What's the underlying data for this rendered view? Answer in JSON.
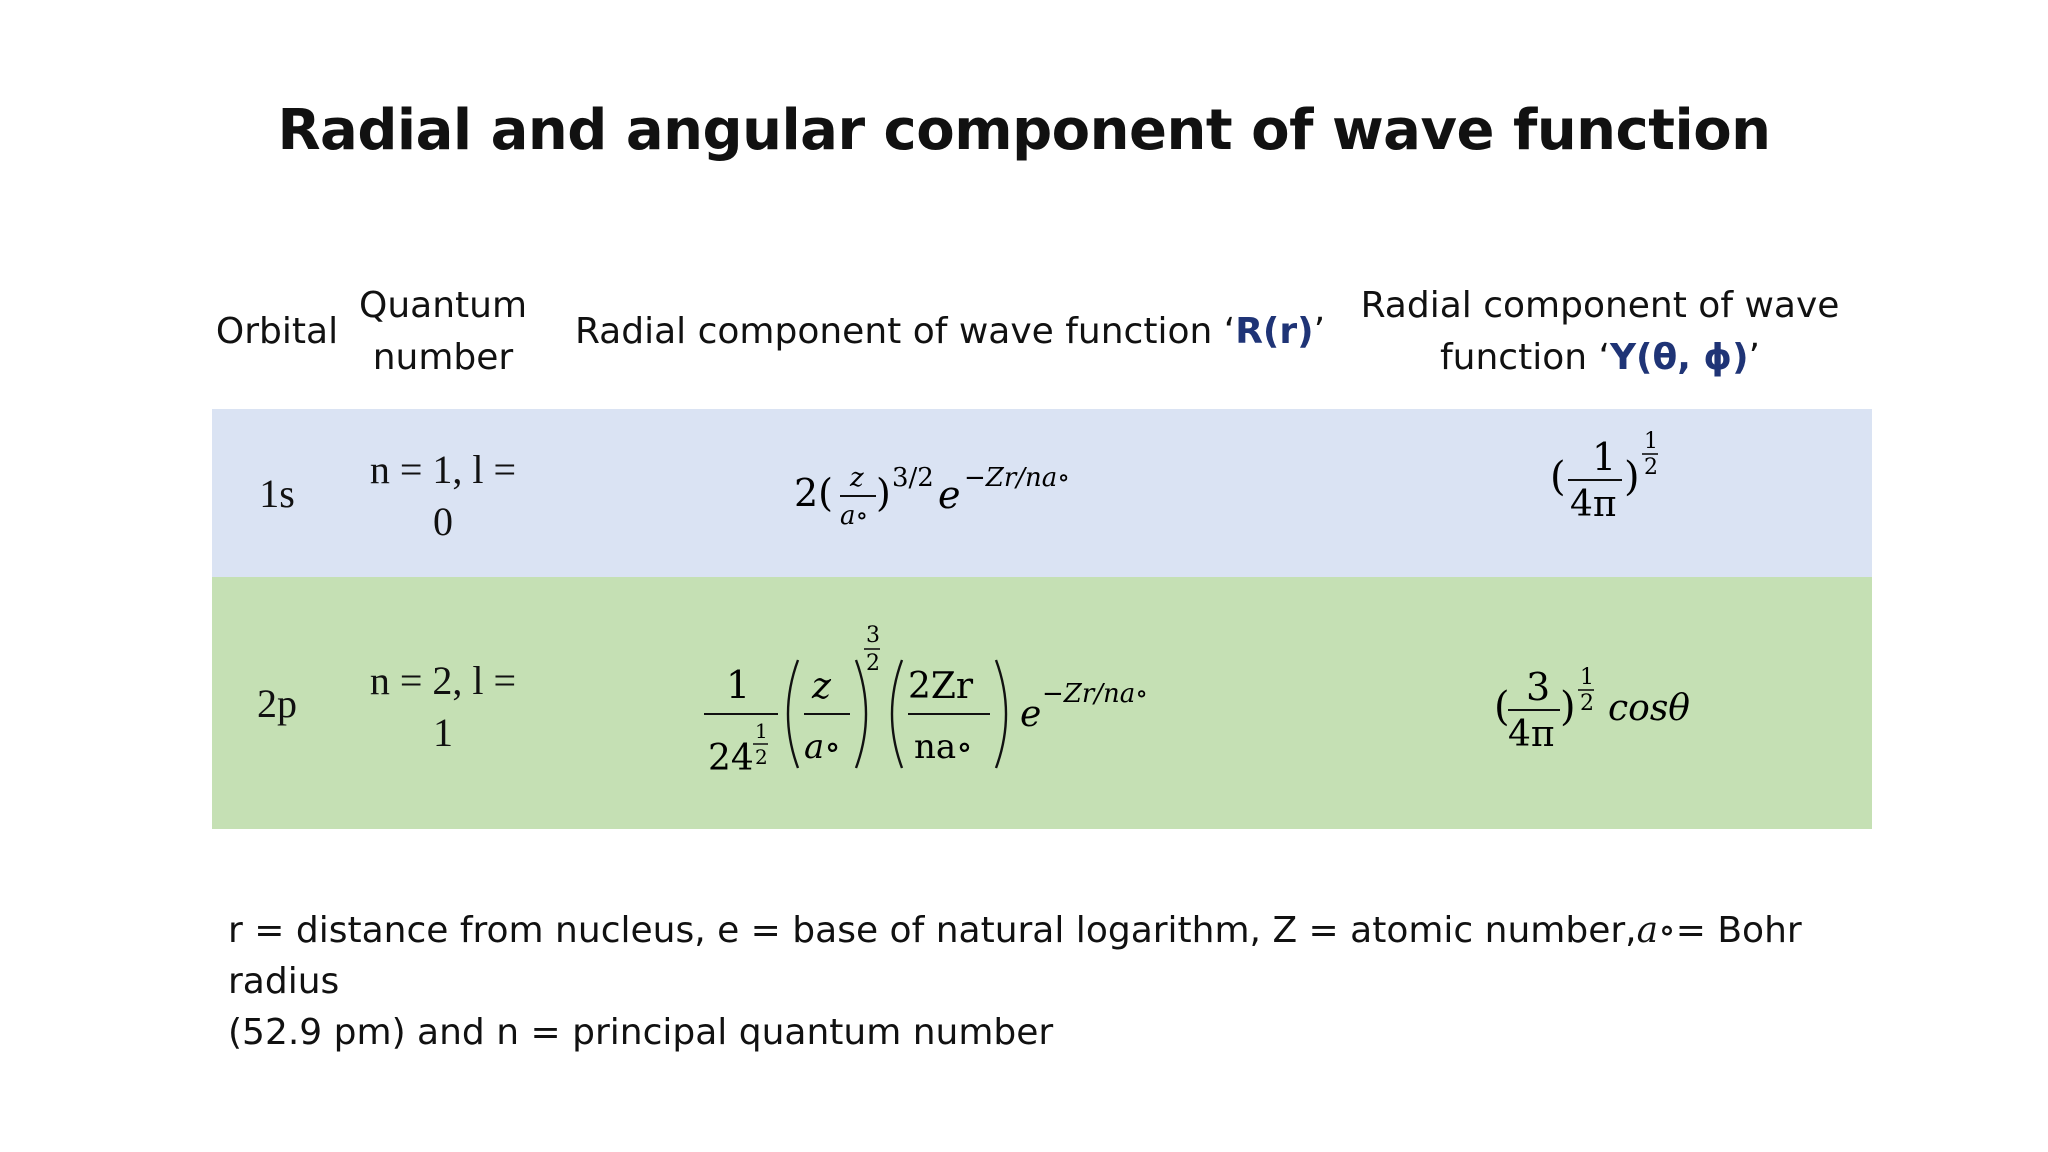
{
  "title": "Radial and angular component of wave function",
  "header": {
    "orbital": "Orbital",
    "quantum_line1": "Quantum",
    "quantum_line2": "number",
    "radial_prefix": "Radial component of wave function ‘",
    "radial_symbol": "R(r)",
    "radial_suffix": "’",
    "angular_line1": "Radial component of wave",
    "angular_prefix": "function ‘",
    "angular_symbol": "Y(θ, ϕ)",
    "angular_suffix": "’"
  },
  "rows": [
    {
      "orbital": "1s",
      "quantum_line1": "n = 1, l =",
      "quantum_line2": "0",
      "band_color": "#dae3f3"
    },
    {
      "orbital": "2p",
      "quantum_line1": "n = 2, l =",
      "quantum_line2": "1",
      "band_color": "#c5e0b4"
    }
  ],
  "math": {
    "r1s": {
      "coef": "2(",
      "num": "z",
      "den": "a∘",
      "close": ")",
      "exp": "3/2",
      "e": "e",
      "e_exp": "−Zr/na∘"
    },
    "y1s": {
      "open": "(",
      "num": "1",
      "den": "4π",
      "close": ")",
      "exp_num": "1",
      "exp_den": "2"
    },
    "r2p": {
      "f1_num": "1",
      "f1_den": "24",
      "f1_exp_num": "1",
      "f1_exp_den": "2",
      "f2_num": "z",
      "f2_den": "a∘",
      "f2_exp_num": "3",
      "f2_exp_den": "2",
      "f3_num": "2Zr",
      "f3_den": "na∘",
      "e": "e",
      "e_exp": "−Zr/na∘"
    },
    "y2p": {
      "open": "(",
      "num": "3",
      "den": "4π",
      "close": ")",
      "exp_num": "1",
      "exp_den": "2",
      "trig": "cosθ"
    }
  },
  "footer": {
    "line1_a": "r = distance from nucleus, e = base of natural logarithm, Z = atomic number,",
    "bohr_symbol": "a∘",
    "line1_b": "= Bohr radius",
    "line2": "(52.9 pm) and n = principal quantum number"
  },
  "colors": {
    "accent_blue": "#1f3476",
    "band1": "#dae3f3",
    "band2": "#c5e0b4"
  }
}
